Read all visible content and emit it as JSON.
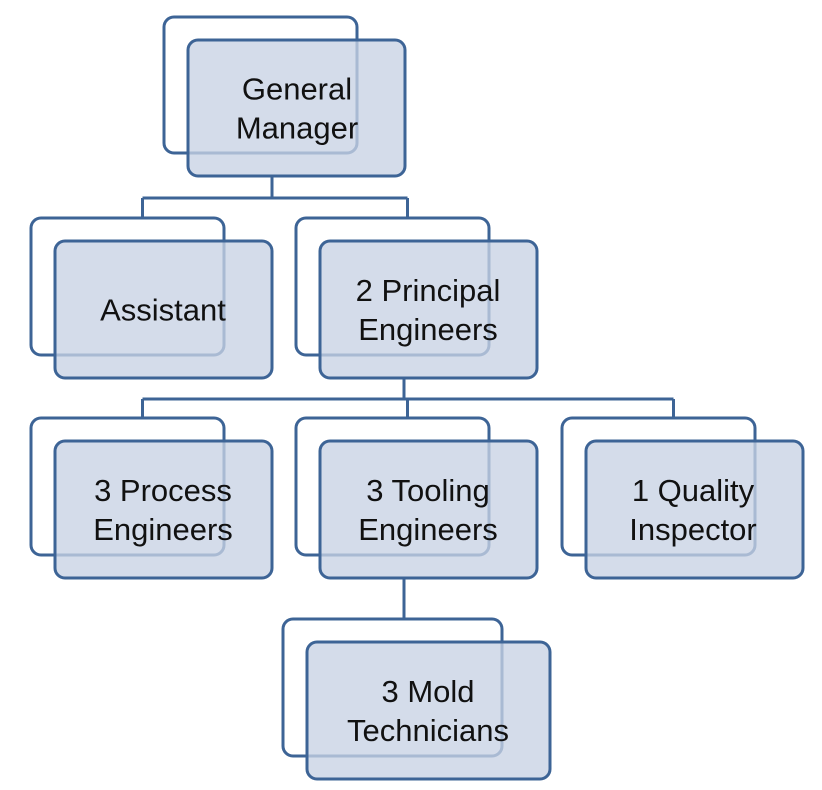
{
  "org_chart": {
    "nodes": [
      {
        "id": "general-manager",
        "lines": [
          "General",
          "Manager"
        ],
        "parent": null
      },
      {
        "id": "assistant",
        "lines": [
          "Assistant"
        ],
        "parent": "general-manager"
      },
      {
        "id": "principal-engineers",
        "lines": [
          "2 Principal",
          "Engineers"
        ],
        "parent": "general-manager"
      },
      {
        "id": "process-engineers",
        "lines": [
          "3 Process",
          "Engineers"
        ],
        "parent": "principal-engineers"
      },
      {
        "id": "tooling-engineers",
        "lines": [
          "3 Tooling",
          "Engineers"
        ],
        "parent": "principal-engineers"
      },
      {
        "id": "quality-inspector",
        "lines": [
          "1 Quality",
          "Inspector"
        ],
        "parent": "principal-engineers"
      },
      {
        "id": "mold-technicians",
        "lines": [
          "3 Mold",
          "Technicians"
        ],
        "parent": "tooling-engineers"
      }
    ]
  },
  "colors": {
    "border": "#3d6496",
    "box_fill": "#c8d2e4",
    "text": "#111111",
    "background": "#ffffff"
  }
}
